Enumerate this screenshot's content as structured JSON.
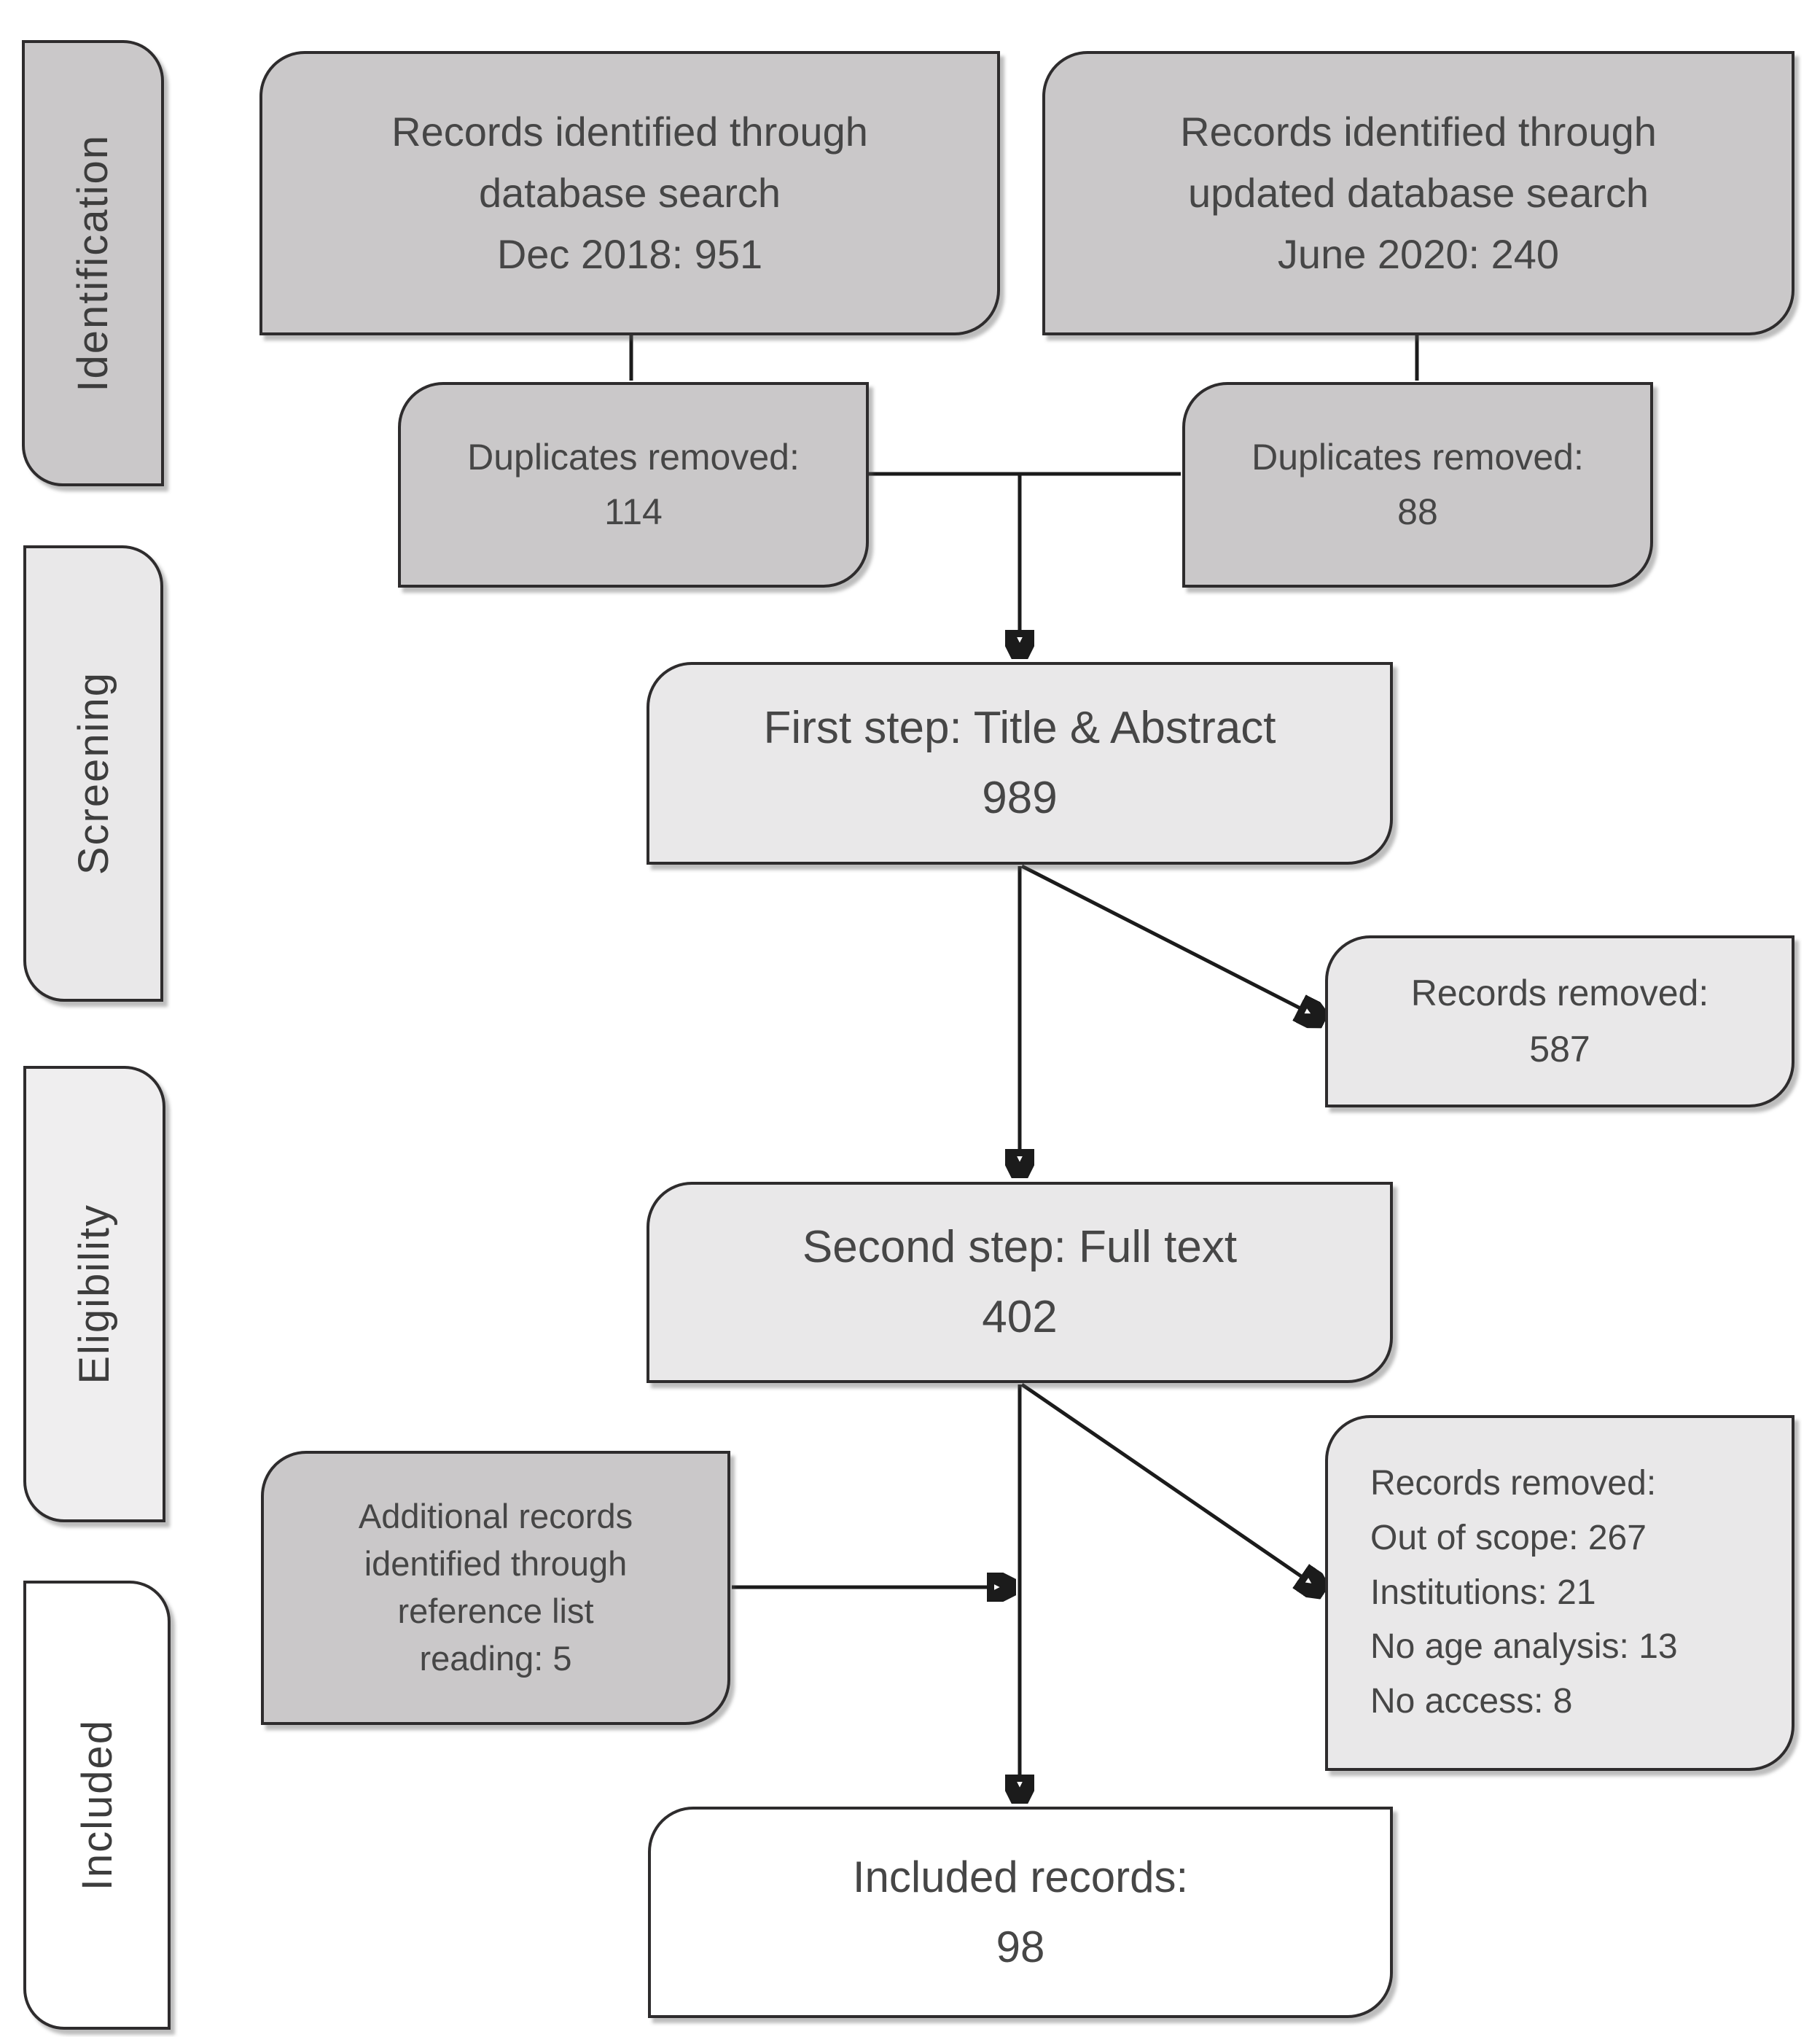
{
  "colors": {
    "dark_box": "#cac8c9",
    "light_box": "#e9e8e9",
    "lighter_box": "#efeeef",
    "white_box": "#ffffff",
    "border": "#2e2c2d",
    "line": "#1b1b1b",
    "text": "#464646",
    "bg": "#ffffff"
  },
  "sidebar": {
    "stages": [
      {
        "label": "Identification"
      },
      {
        "label": "Screening"
      },
      {
        "label": "Eligibility"
      },
      {
        "label": "Included"
      }
    ]
  },
  "flow": {
    "identified_initial": {
      "text": "Records identified through\ndatabase search\nDec 2018: 951"
    },
    "identified_updated": {
      "text": "Records identified through\nupdated database search\nJune 2020: 240"
    },
    "duplicates_initial": {
      "text": "Duplicates removed:\n114"
    },
    "duplicates_updated": {
      "text": "Duplicates removed:\n88"
    },
    "first_step": {
      "text": "First step: Title & Abstract\n989"
    },
    "records_removed_first": {
      "text": "Records removed:\n587"
    },
    "second_step": {
      "text": "Second step: Full text\n402"
    },
    "additional_records": {
      "text": "Additional records\nidentified through\nreference list\nreading: 5"
    },
    "records_removed_second": {
      "text": "Records removed:\nOut of scope: 267\nInstitutions: 21\nNo age analysis: 13\nNo access: 8"
    },
    "included_records": {
      "text": "Included records:\n98"
    }
  }
}
